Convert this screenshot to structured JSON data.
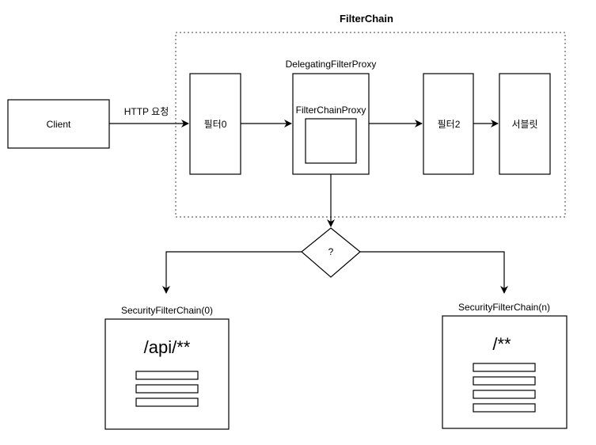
{
  "frame": {
    "title": "FilterChain"
  },
  "nodes": {
    "client": "Client",
    "request_label": "HTTP 요청",
    "filter0": "필터0",
    "delegating_label": "DelegatingFilterProxy",
    "filter_chain_proxy": "FilterChainProxy",
    "filter2": "필터2",
    "servlet": "서블릿",
    "decision": "?"
  },
  "chains": [
    {
      "label": "SecurityFilterChain(0)",
      "pattern": "/api/**",
      "filter_count": 3
    },
    {
      "label": "SecurityFilterChain(n)",
      "pattern": "/**",
      "filter_count": 4
    }
  ]
}
